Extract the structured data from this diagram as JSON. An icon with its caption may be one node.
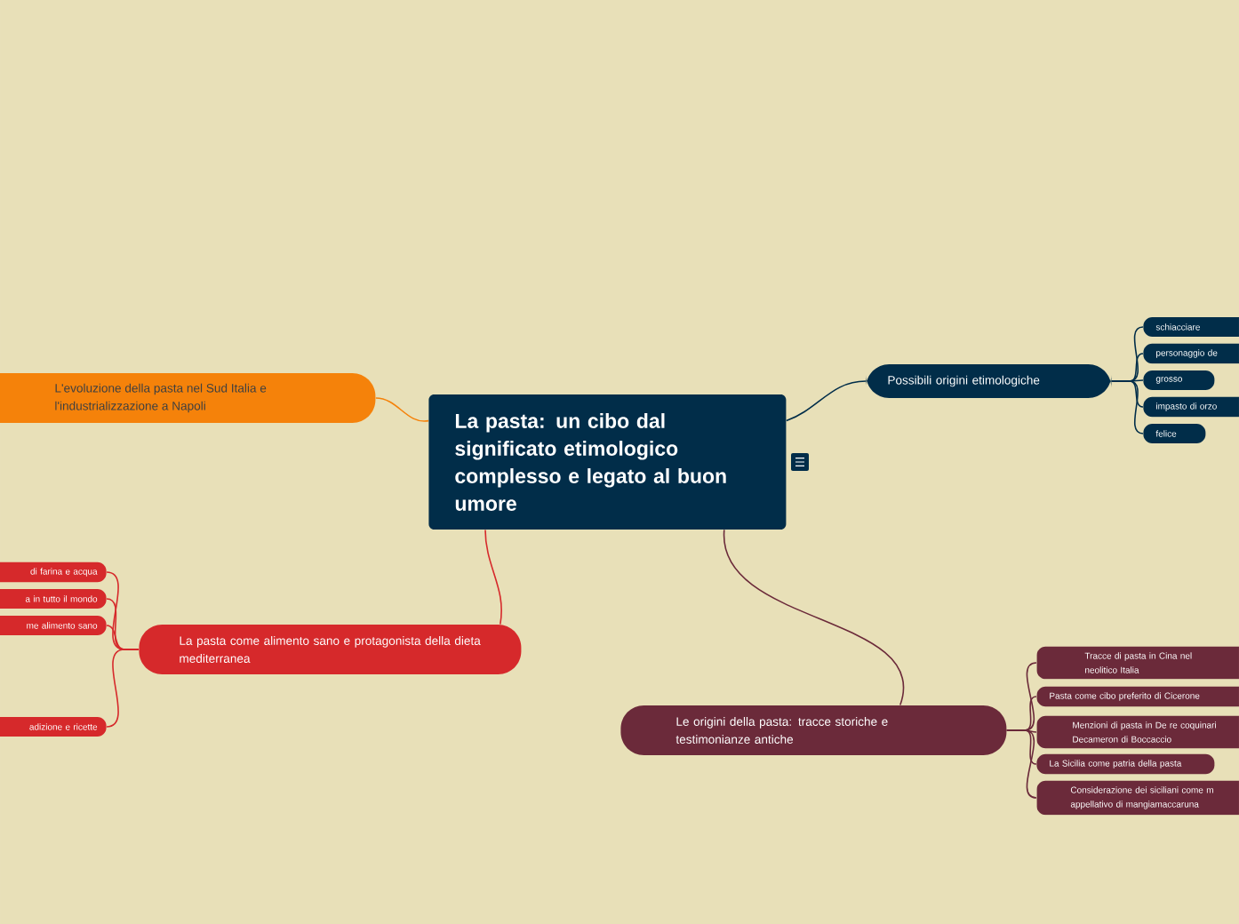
{
  "diagram": {
    "nodes": [
      {
        "text": [
          "La pasta: un cibo dal significato etimologico complesso e legato al buon umore"
        ]
      },
      {
        "text": [
          "Possibili origini etimologiche"
        ]
      },
      {
        "text": [
          "schiacciare"
        ]
      },
      {
        "text": [
          "personaggio de"
        ]
      },
      {
        "text": [
          "grosso"
        ]
      },
      {
        "text": [
          "impasto di orzo"
        ]
      },
      {
        "text": [
          "felice"
        ]
      },
      {
        "text": [
          "L'evoluzione della pasta nel Sud Italia e l'industrializzazione a Napoli"
        ]
      },
      {
        "text": [
          "La pasta come alimento sano e protagonista della dieta mediterranea"
        ]
      },
      {
        "text": [
          "di farina e acqua"
        ]
      },
      {
        "text": [
          "a in tutto il mondo"
        ]
      },
      {
        "text": [
          "me alimento sano"
        ]
      },
      {
        "text": [
          "adizione e ricette"
        ]
      },
      {
        "text": [
          "Le origini della pasta: tracce storiche e testimonianze antiche"
        ]
      },
      {
        "text": [
          "Tracce di pasta in Cina nel neolitico Italia"
        ]
      },
      {
        "text": [
          "Pasta come cibo preferito di Cicerone"
        ]
      },
      {
        "text": [
          "Menzioni di pasta in De re coquinari Decameron di Boccaccio"
        ]
      },
      {
        "text": [
          "La Sicilia come patria della pasta"
        ]
      },
      {
        "text": [
          "Considerazione dei siciliani come m appellativo di mangiamaccaruna"
        ]
      }
    ],
    "edges": [
      {
        "from": 0,
        "to": 1,
        "arrow": "none"
      },
      {
        "from": 1,
        "to": 2,
        "arrow": "none"
      },
      {
        "from": 1,
        "to": 3,
        "arrow": "none"
      },
      {
        "from": 1,
        "to": 4,
        "arrow": "none"
      },
      {
        "from": 1,
        "to": 5,
        "arrow": "none"
      },
      {
        "from": 1,
        "to": 6,
        "arrow": "none"
      },
      {
        "from": 0,
        "to": 7,
        "arrow": "none",
        "color": "#f5820a"
      },
      {
        "from": 0,
        "to": 8,
        "arrow": "none",
        "color": "#d6292b"
      },
      {
        "from": 8,
        "to": 9,
        "arrow": "none",
        "color": "#d6292b"
      },
      {
        "from": 8,
        "to": 10,
        "arrow": "none",
        "color": "#d6292b"
      },
      {
        "from": 8,
        "to": 11,
        "arrow": "none",
        "color": "#d6292b"
      },
      {
        "from": 8,
        "to": 12,
        "arrow": "none",
        "color": "#d6292b"
      },
      {
        "from": 0,
        "to": 13,
        "arrow": "none",
        "color": "#6b2a3a"
      },
      {
        "from": 13,
        "to": 14,
        "arrow": "none",
        "color": "#6b2a3a"
      },
      {
        "from": 13,
        "to": 15,
        "arrow": "none",
        "color": "#6b2a3a"
      },
      {
        "from": 13,
        "to": 16,
        "arrow": "none",
        "color": "#6b2a3a"
      },
      {
        "from": 13,
        "to": 17,
        "arrow": "none",
        "color": "#6b2a3a"
      },
      {
        "from": 13,
        "to": 18,
        "arrow": "none",
        "color": "#6b2a3a"
      }
    ]
  }
}
